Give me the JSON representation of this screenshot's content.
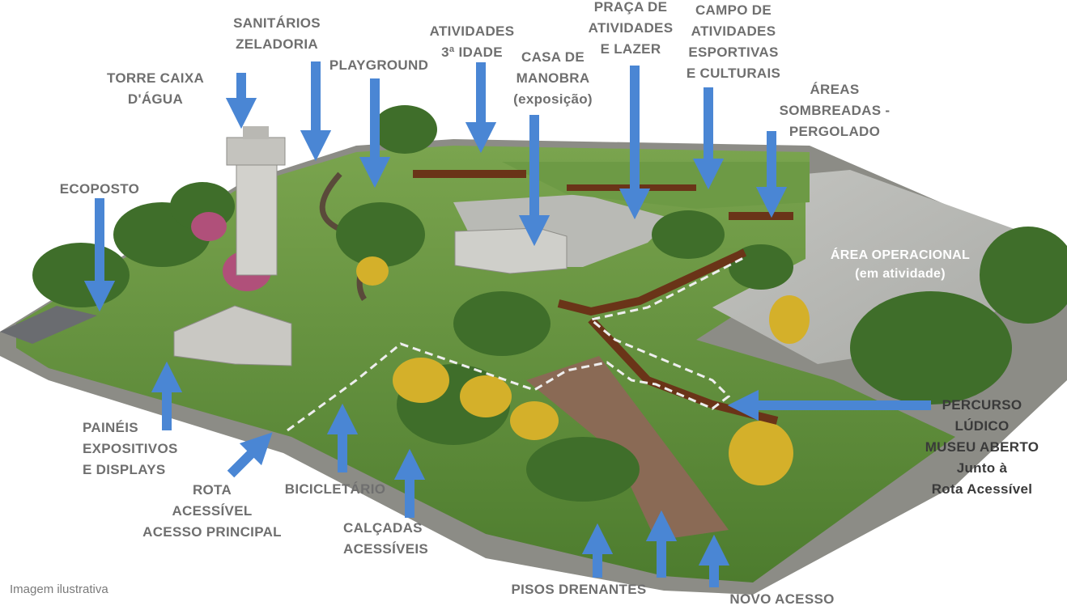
{
  "colors": {
    "arrow": "#4a86d4",
    "label": "#6f6f6f",
    "lawn": "#5f8f3c",
    "pavement": "#b5b6b2",
    "route": "#6a3418"
  },
  "labels": {
    "torre": "TORRE CAIXA\nD'ÁGUA",
    "sanitarios": "SANITÁRIOS\nZELADORIA",
    "playground": "PLAYGROUND",
    "atividades3": "ATIVIDADES\n3ª IDADE",
    "casa": "CASA DE\nMANOBRA\n(exposição)",
    "praca": "PRAÇA DE\nATIVIDADES\nE LAZER",
    "campo": "CAMPO DE\nATIVIDADES\nESPORTIVAS\nE CULTURAIS",
    "areas": "ÁREAS\nSOMBREADAS -\nPERGOLADO",
    "ecoposto": "ECOPOSTO",
    "operacional": "ÁREA OPERACIONAL\n(em atividade)",
    "paineis": "PAINÉIS\nEXPOSITIVOS\nE DISPLAYS",
    "rota": "ROTA\nACESSÍVEL\nACESSO PRINCIPAL",
    "bicicletario": "BICICLETÁRIO",
    "calcadas": "CALÇADAS\nACESSÍVEIS",
    "pisos": "PISOS DRENANTES",
    "novo": "NOVO ACESSO",
    "percurso": "PERCURSO\nLÚDICO\nMUSEU ABERTO\nJunto à\nRota Acessível"
  },
  "caption": "Imagem ilustrativa"
}
